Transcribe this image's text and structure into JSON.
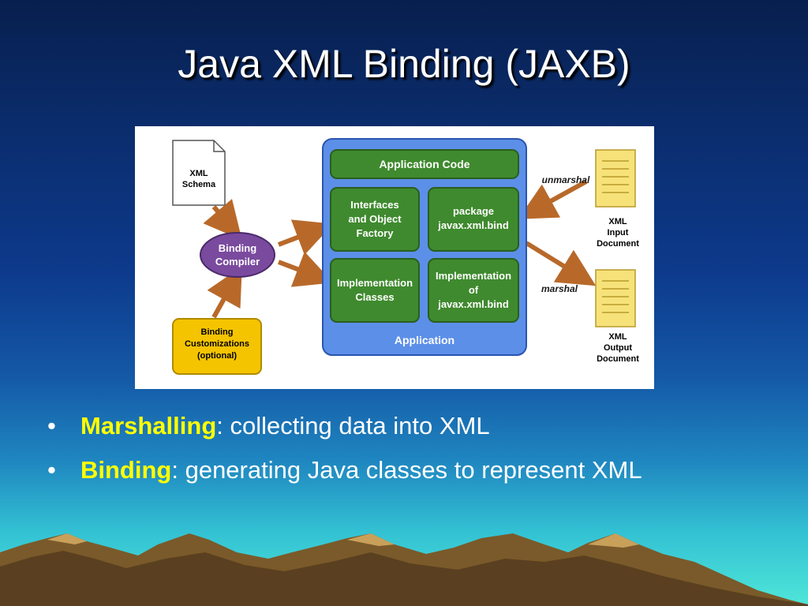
{
  "slide": {
    "title": "Java XML Binding (JAXB)"
  },
  "diagram": {
    "xml_schema": [
      "XML",
      "Schema"
    ],
    "binding_compiler": [
      "Binding",
      "Compiler"
    ],
    "binding_customizations": [
      "Binding",
      "Customizations",
      "(optional)"
    ],
    "application_code": "Application Code",
    "interfaces_factory": [
      "Interfaces",
      "and Object",
      "Factory"
    ],
    "package_bind": [
      "package",
      "javax.xml.bind"
    ],
    "implementation_classes": [
      "Implementation",
      "Classes"
    ],
    "implementation_of_bind": [
      "Implementation",
      "of",
      "javax.xml.bind"
    ],
    "application": "Application",
    "unmarshal": "unmarshal",
    "marshal": "marshal",
    "xml_input_document": [
      "XML",
      "Input",
      "Document"
    ],
    "xml_output_document": [
      "XML",
      "Output",
      "Document"
    ],
    "colors": {
      "schema_doc": "#ffffff",
      "compiler_purple": "#7a4a9e",
      "customizations_yellow": "#f5c400",
      "application_blue": "#5c8fe8",
      "box_green": "#3f8a2e",
      "xml_doc_yellow": "#f7e27a",
      "arrow_brown": "#b8692a"
    }
  },
  "bullets": [
    {
      "term": "Marshalling",
      "text": ": collecting data into XML"
    },
    {
      "term": "Binding",
      "text": ": generating Java classes to represent XML"
    }
  ],
  "bullet_symbol": "•"
}
